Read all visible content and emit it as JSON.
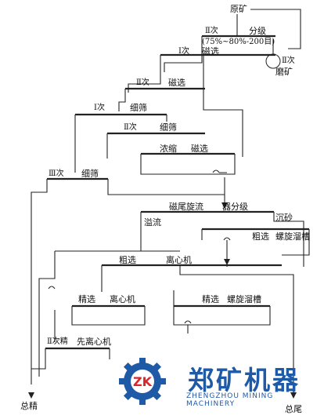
{
  "nodes": {
    "raw_ore": "原矿",
    "stage2_classify": "Ⅱ次",
    "classify": "分级",
    "grind_note": "(75%~80%-200目)",
    "stage2_regrind": "Ⅱ次",
    "regrind": "磨矿",
    "stage1_mag_sep": "Ⅰ次",
    "mag_sep_1": "磁选",
    "stage2_mag_sep": "Ⅱ次",
    "mag_sep_2": "磁选",
    "stage1_fine_screen": "Ⅰ次",
    "fine_screen_1": "细筛",
    "stage2_fine_screen": "Ⅱ次",
    "fine_screen_2": "细筛",
    "thicken": "浓缩",
    "mag_sep_3": "磁选",
    "stage3_fine_screen": "Ⅲ次",
    "fine_screen_3": "细筛",
    "mag_tail_cyclone": "磁尾旋流",
    "classifier": "器分级",
    "overflow": "溢流",
    "sand": "沉砂",
    "rougher_spiral": "粗选",
    "spiral_chute_1": "螺旋溜槽",
    "rougher_centrifuge": "粗选",
    "centrifuge_1": "离心机",
    "cleaner_centrifuge": "精选",
    "centrifuge_2": "离心机",
    "cleaner_spiral": "精选",
    "spiral_chute_2": "螺旋溜槽",
    "stage2_concentrate": "Ⅱ次精",
    "first_centrifuge": "先离心机",
    "total_concentrate": "总精",
    "total_tailings": "总尾"
  },
  "logo": {
    "brand": "郑矿机器",
    "subtitle": "ZHENGZHOU MINING MACHINERY",
    "badge": "ZK"
  },
  "colors": {
    "line": "#222222",
    "logo_blue": "#1f5aa6",
    "logo_red": "#d9262c"
  }
}
